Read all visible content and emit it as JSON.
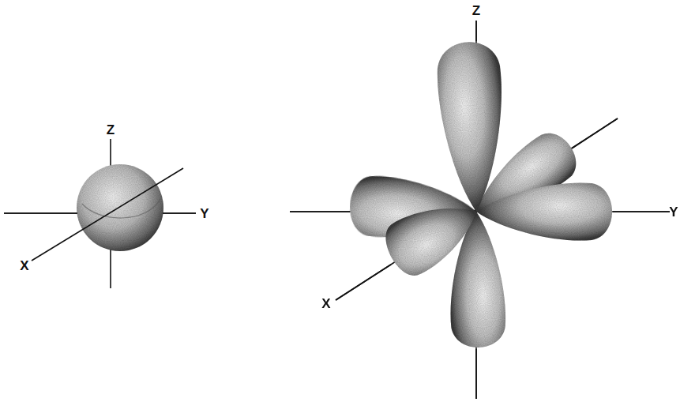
{
  "diagram": {
    "labels": [
      "Z",
      "Y",
      "X",
      "Z",
      "Y",
      "X"
    ]
  }
}
